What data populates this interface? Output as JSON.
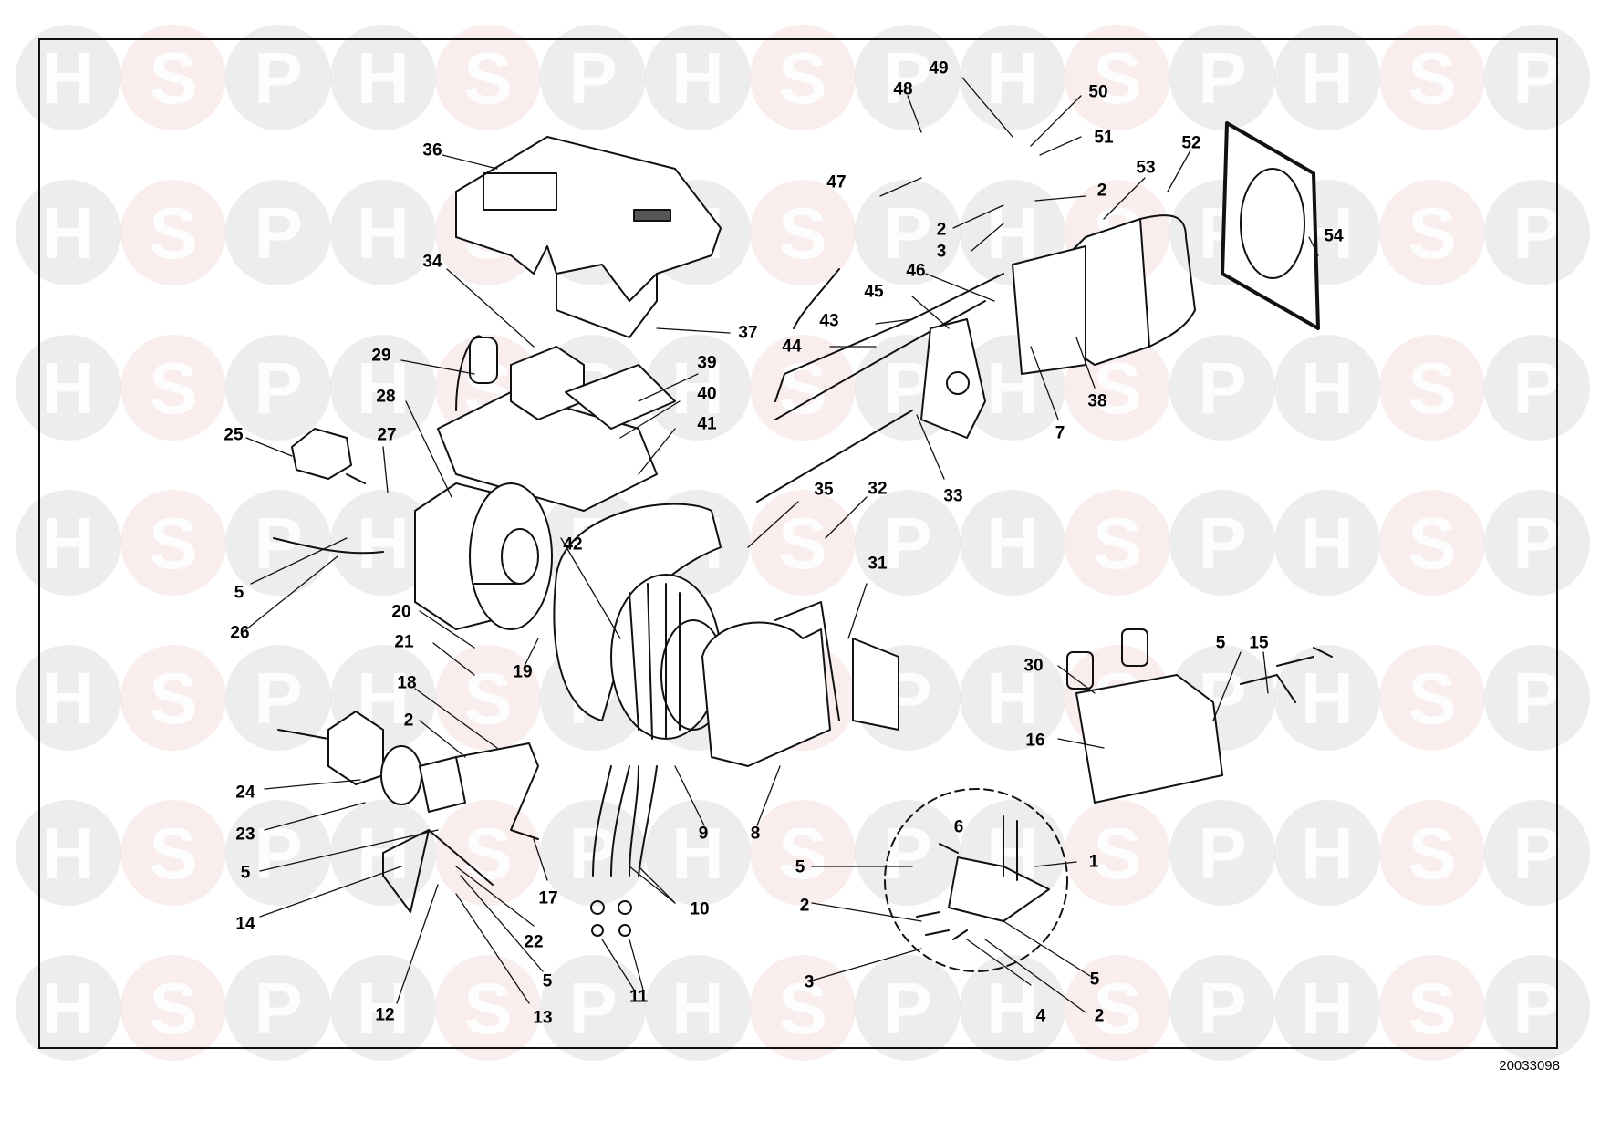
{
  "watermark": {
    "letters": [
      "H",
      "S",
      "P"
    ],
    "color_hs": "#d8d8d8",
    "color_s": "#f1d6d6"
  },
  "diagram_code": "20033098",
  "callouts": [
    "36",
    "34",
    "37",
    "29",
    "28",
    "39",
    "40",
    "41",
    "25",
    "27",
    "5",
    "26",
    "20",
    "21",
    "19",
    "42",
    "18",
    "2",
    "24",
    "23",
    "5",
    "14",
    "17",
    "22",
    "5",
    "12",
    "13",
    "9",
    "8",
    "10",
    "11",
    "35",
    "32",
    "31",
    "33",
    "47",
    "48",
    "49",
    "50",
    "51",
    "2",
    "2",
    "3",
    "46",
    "45",
    "43",
    "44",
    "53",
    "52",
    "54",
    "7",
    "38",
    "30",
    "5",
    "15",
    "16",
    "1",
    "6",
    "5",
    "2",
    "3",
    "4",
    "2",
    "5"
  ]
}
